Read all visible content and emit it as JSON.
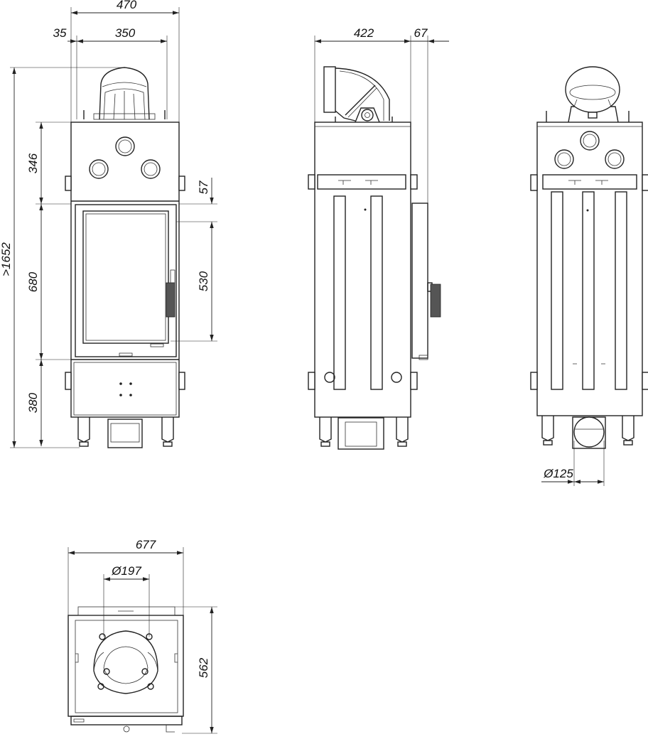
{
  "dimensions": {
    "front_width": "470",
    "front_offset": "35",
    "front_inner_width": "350",
    "total_height": ">1652",
    "top_height": "346",
    "door_height": "680",
    "base_height": "380",
    "door_top_gap": "57",
    "glass_height": "530",
    "side_depth": "422",
    "side_extra": "67",
    "outlet_diameter": "Ø125",
    "plan_width": "677",
    "flue_diameter": "Ø197",
    "plan_depth": "562"
  }
}
